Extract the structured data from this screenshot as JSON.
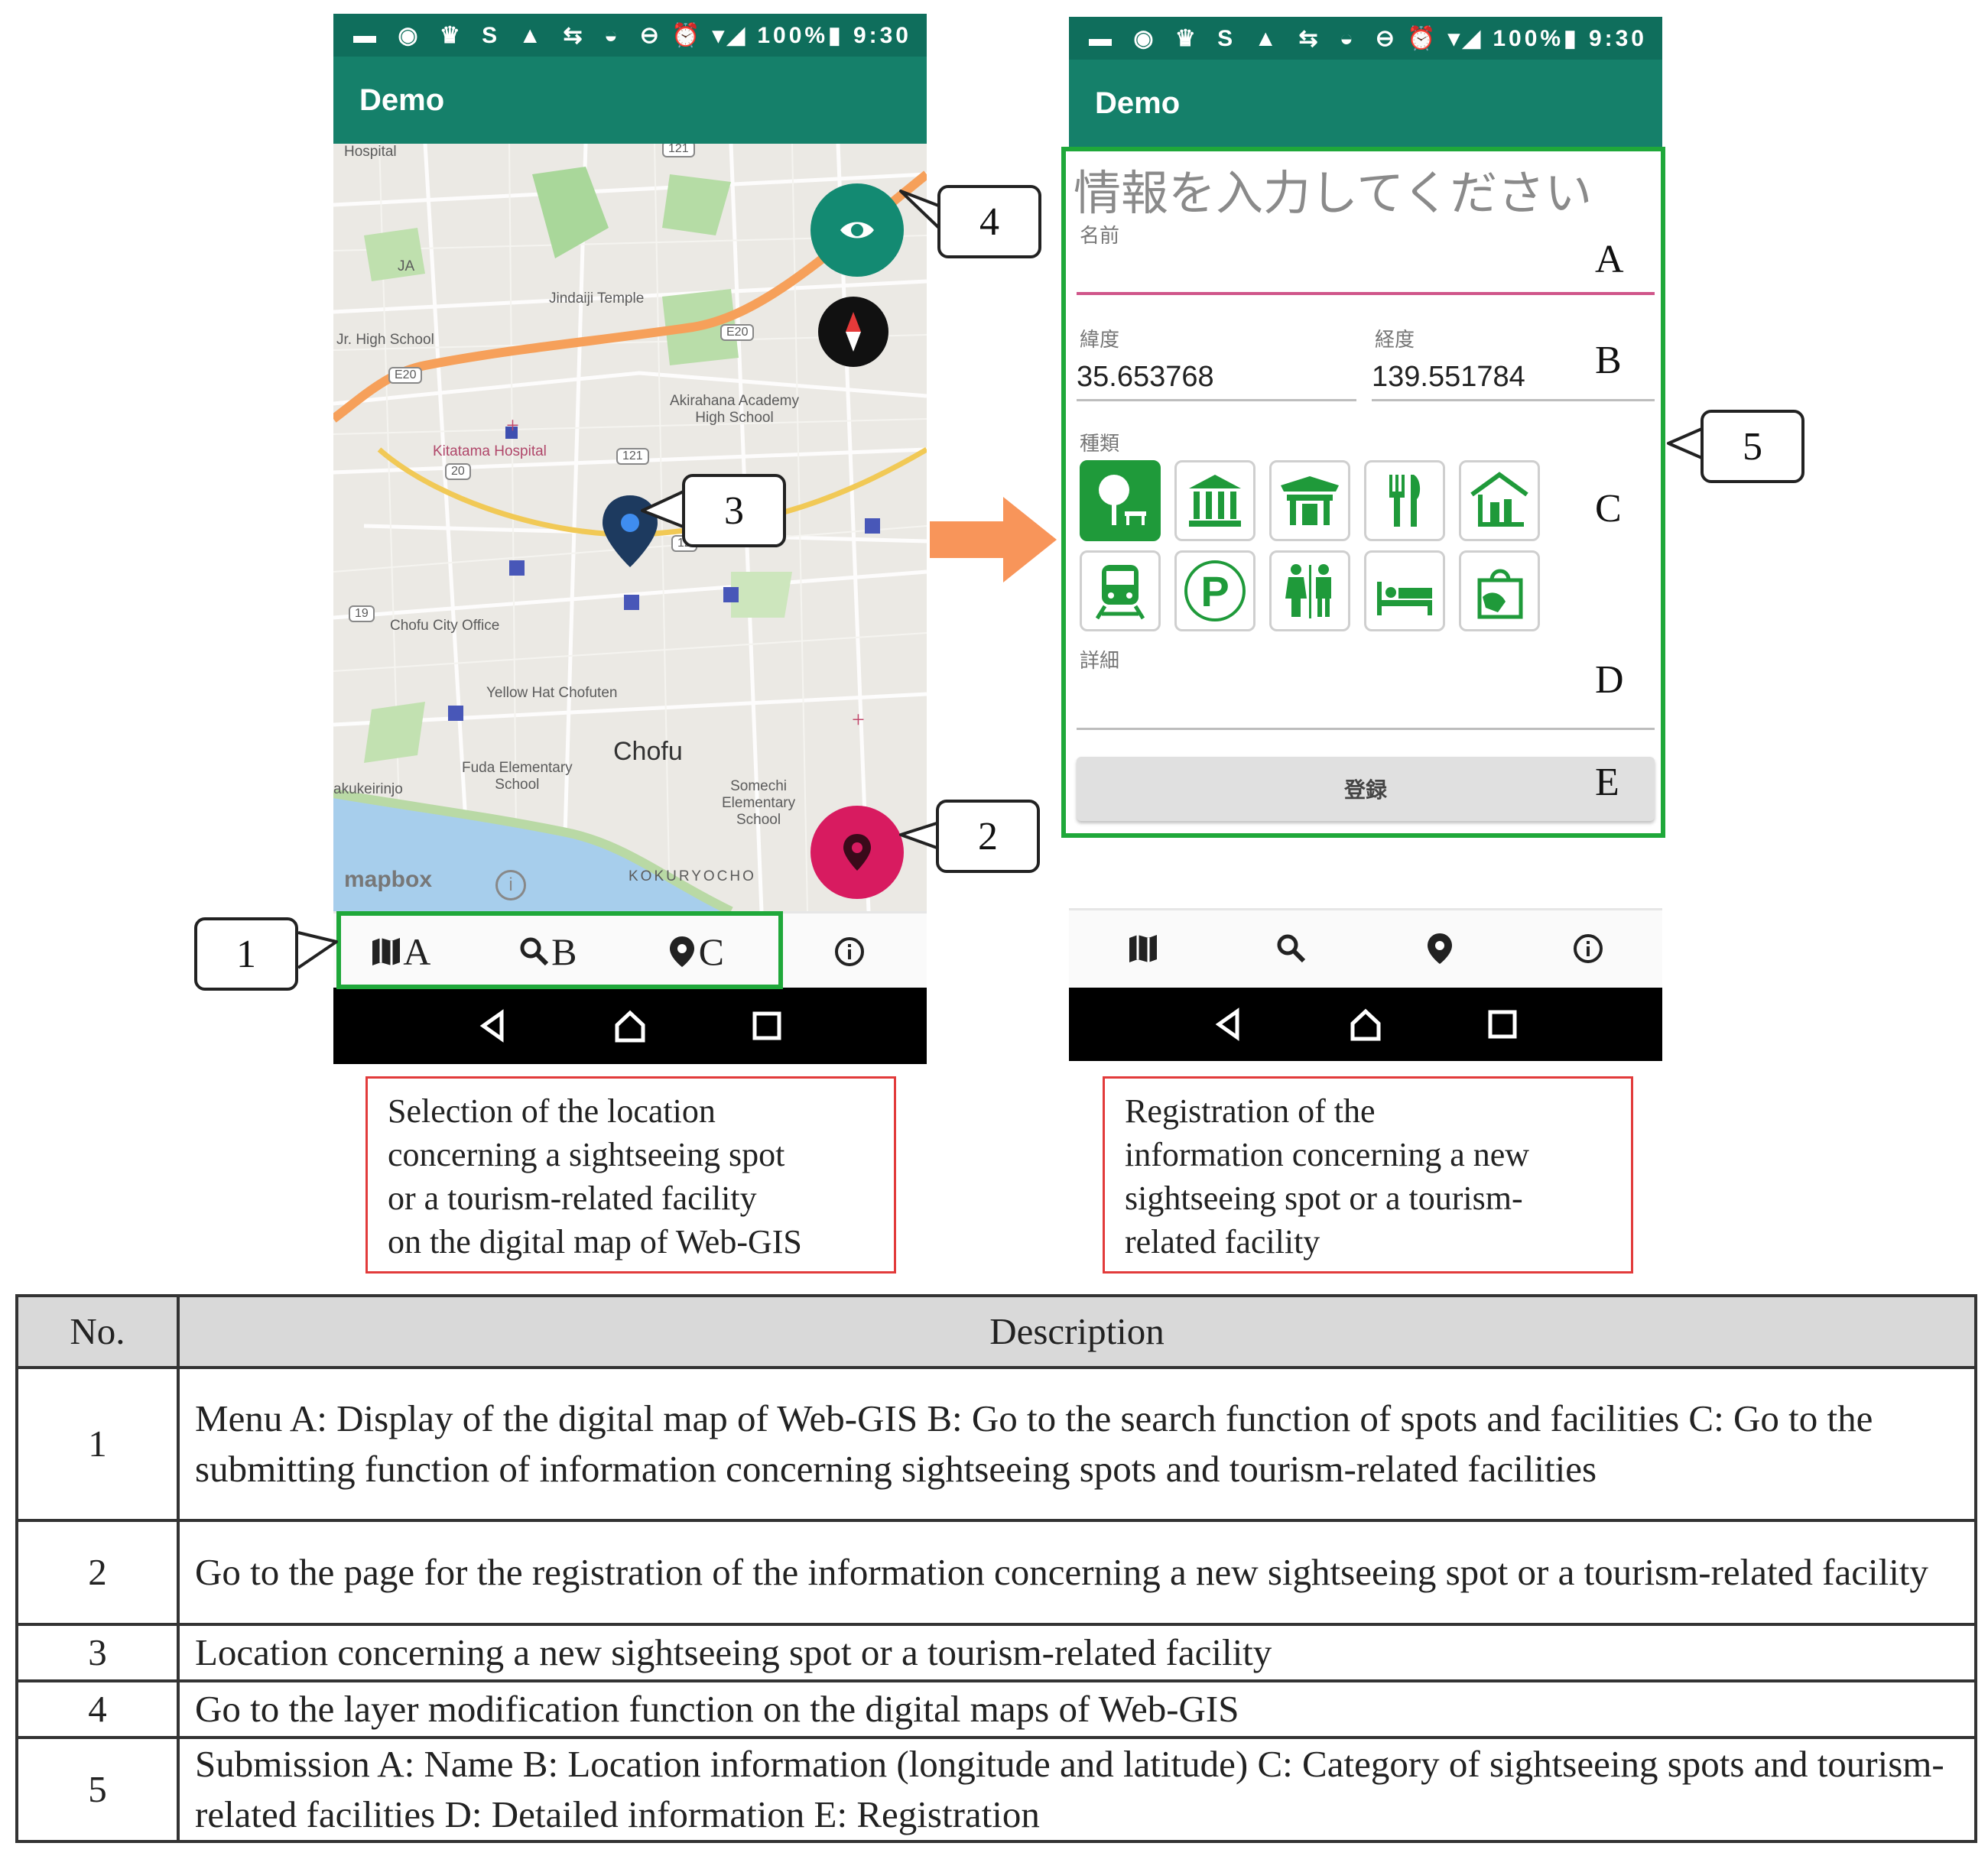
{
  "left_phone": {
    "status": {
      "icons": "▬ ◉ ♛ S ▲ ⇆ ◒",
      "right": "⊖ ⏰ ▾◢ 100%▮ 9:30"
    },
    "app_title": "Demo",
    "map_labels": {
      "jindaiji": "Jindaiji Temple",
      "jr_high": "Jr. High School",
      "ja": "JA",
      "akirahana": "Akirahana Academy\nHigh School",
      "kitatama": "Kitatama Hospital",
      "chofu_office": "Chofu City Office",
      "yellow_hat": "Yellow Hat Chofuten",
      "chofu": "Chofu",
      "fuda": "Fuda Elementary\nSchool",
      "somechi": "Somechi\nElementary\nSchool",
      "kukeirinjo": "akukeirinjo",
      "kokuryocho": "KOKURYOCHO",
      "mapbox": "mapbox",
      "road_e20a": "E20",
      "road_e20b": "E20",
      "road_121a": "121",
      "road_121b": "121",
      "road_20": "20",
      "road_19": "19",
      "road_12": "12",
      "hospital_top": "Hospital"
    },
    "nav": {
      "a": "A",
      "b": "B",
      "c": "C"
    }
  },
  "right_phone": {
    "status": {
      "icons": "▬ ◉ ♛ S ▲ ⇆ ◒",
      "right": "⊖ ⏰ ▾◢ 100%▮ 9:30"
    },
    "app_title": "Demo",
    "form": {
      "heading": "情報を入力してください",
      "name_label": "名前",
      "lat_label": "緯度",
      "lon_label": "経度",
      "lat_value": "35.653768",
      "lon_value": "139.551784",
      "category_label": "種類",
      "detail_label": "詳細",
      "register_button": "登録"
    },
    "letters": {
      "a": "A",
      "b": "B",
      "c": "C",
      "d": "D",
      "e": "E"
    }
  },
  "callouts": {
    "c1": "1",
    "c2": "2",
    "c3": "3",
    "c4": "4",
    "c5": "5"
  },
  "captions": {
    "left": "Selection of the location\nconcerning a sightseeing spot\nor a tourism-related facility\non the digital map of Web-GIS",
    "right": "Registration of the\ninformation concerning a new\nsightseeing spot or a tourism-\nrelated facility"
  },
  "table": {
    "headers": {
      "no": "No.",
      "description": "Description"
    },
    "rows": [
      {
        "no": "1",
        "text": "Menu A: Display of the digital map of Web-GIS B: Go to the search function of spots and facilities C: Go to the submitting function of information concerning sightseeing spots and tourism-related facilities"
      },
      {
        "no": "2",
        "text": "Go to the page for the registration of the information concerning a new sightseeing spot or a tourism-related facility"
      },
      {
        "no": "3",
        "text": "Location concerning a new sightseeing spot or a tourism-related facility"
      },
      {
        "no": "4",
        "text": "Go to the layer modification function on the digital maps of Web-GIS"
      },
      {
        "no": "5",
        "text": "Submission A: Name B: Location information (longitude and latitude) C: Category of sightseeing spots and tourism-related facilities D: Detailed information E: Registration"
      }
    ]
  },
  "colors": {
    "appbar": "#15806a",
    "statusbar": "#0f6e5c",
    "highlight_green": "#1fa83a",
    "fab_pink": "#d81b60",
    "arrow_orange": "#f8955a",
    "caption_red": "#e23b3b"
  }
}
